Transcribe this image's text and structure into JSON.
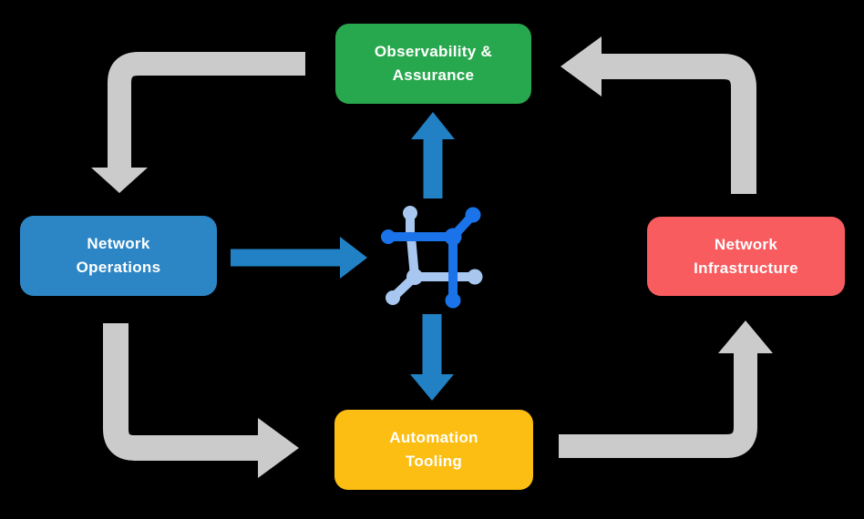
{
  "diagram": {
    "background": "#000000",
    "nodes": [
      {
        "id": "observability",
        "label": "Observability &\nAssurance",
        "color": "#28A84E",
        "text_color": "#FFFFFF"
      },
      {
        "id": "operations",
        "label": "Network\nOperations",
        "color": "#2C86C5",
        "text_color": "#FFFFFF"
      },
      {
        "id": "infrastructure",
        "label": "Network\nInfrastructure",
        "color": "#F95C5F",
        "text_color": "#FFFFFF"
      },
      {
        "id": "automation",
        "label": "Automation\nTooling",
        "color": "#FCBE12",
        "text_color": "#FFFFFF"
      }
    ],
    "center_icon": {
      "name": "network-mesh-icon",
      "primary_color": "#1A73E8",
      "secondary_color": "#A7C7F0"
    },
    "arrows": {
      "cycle_color": "#CBCBCB",
      "center_color": "#2181C4",
      "cycle": [
        "observability -> operations",
        "operations -> automation",
        "automation -> infrastructure",
        "infrastructure -> observability"
      ],
      "center": [
        "operations -> center-icon",
        "center-icon -> observability",
        "center-icon -> automation"
      ]
    }
  }
}
